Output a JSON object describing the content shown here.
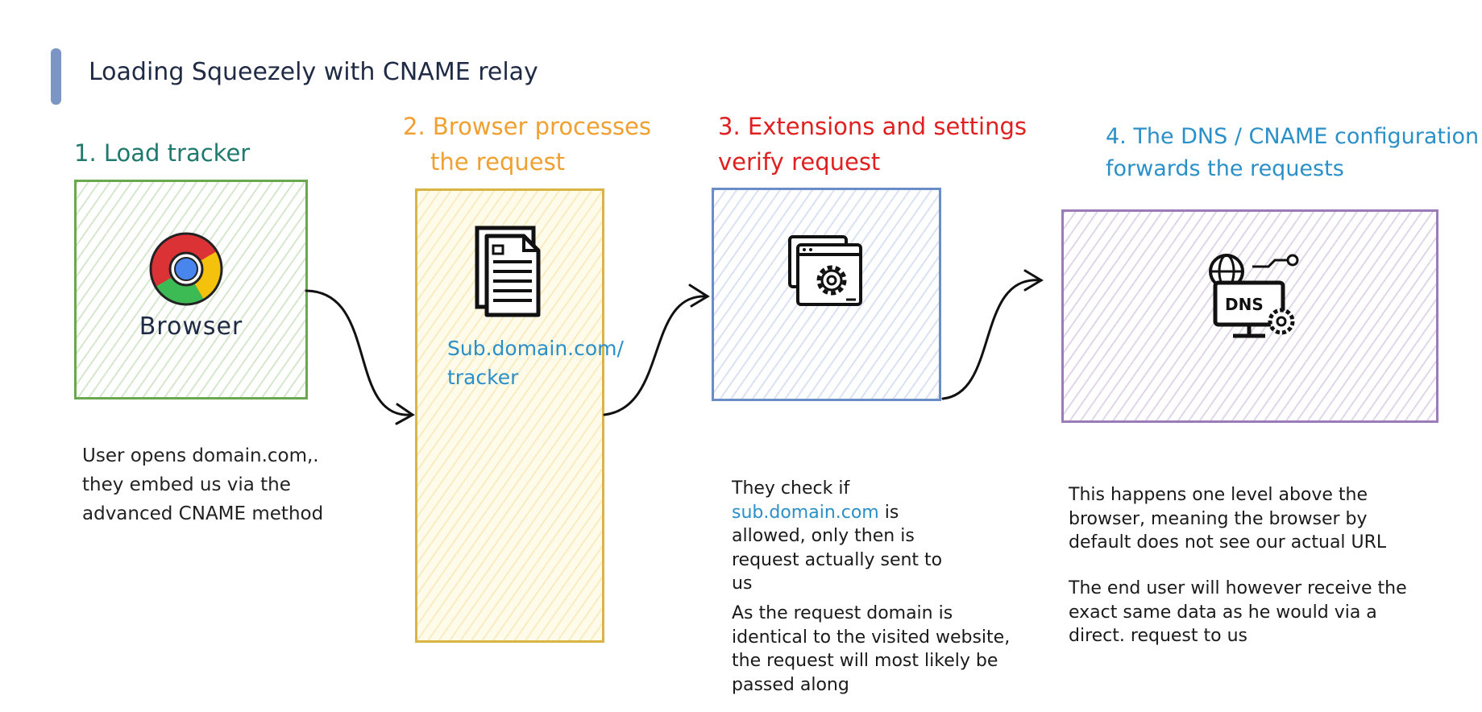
{
  "title": "Loading Squeezely with CNAME relay",
  "steps": [
    {
      "line1": "1. Load tracker",
      "line2": "",
      "color": "#1f7a6e"
    },
    {
      "line1": "2. Browser processes",
      "line2": "the request",
      "color": "#f0a030"
    },
    {
      "line1": "3. Extensions and settings",
      "line2": "verify request",
      "color": "#e02020"
    },
    {
      "line1": "4. The DNS / CNAME configuration",
      "line2": "forwards the requests",
      "color": "#2b8fc8"
    }
  ],
  "panel1": {
    "label": "Browser",
    "icon": "chrome-icon"
  },
  "panel2": {
    "icon": "document-icon",
    "url_line1": "Sub.domain.com/",
    "url_line2": "tracker"
  },
  "panel3": {
    "icon": "settings-windows-icon"
  },
  "panel4": {
    "icon": "dns-server-icon",
    "dns_text": "DNS"
  },
  "notes": {
    "step1": [
      "User opens domain.com,.",
      "they embed us via the",
      "advanced CNAME method"
    ],
    "step3_a": {
      "prefix": "They check if",
      "link": "sub.domain.com",
      "link_suffix": " is",
      "lines": [
        "allowed, only then is",
        "request actually sent to",
        "us"
      ]
    },
    "step3_b": [
      "As the request domain is",
      "identical to the visited website,",
      "the request will most likely be",
      "passed along"
    ],
    "step4_a": [
      "This happens one level above the",
      "browser, meaning the browser by",
      "default does not see our actual URL"
    ],
    "step4_b": [
      "The end user will however receive the",
      "exact same data as he would via a",
      "direct. request to us"
    ]
  }
}
